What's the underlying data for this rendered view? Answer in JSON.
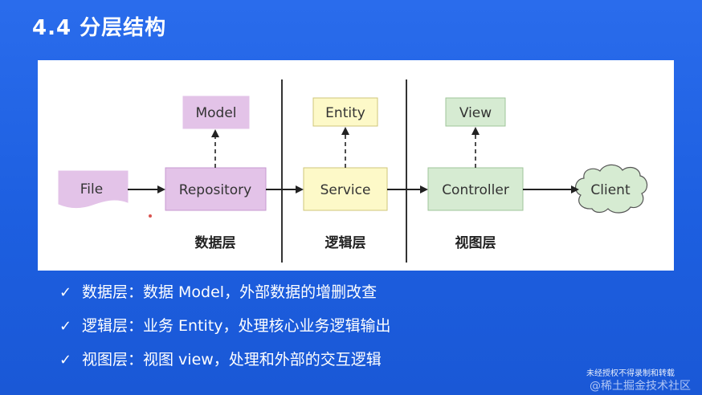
{
  "slide": {
    "title": "4.4 分层结构",
    "bullets": [
      "数据层：数据 Model，外部数据的增删改查",
      "逻辑层：业务 Entity，处理核心业务逻辑输出",
      "视图层：视图 view，处理和外部的交互逻辑"
    ],
    "check_icon": "✓"
  },
  "diagram": {
    "nodes": {
      "file": "File",
      "repository": "Repository",
      "model": "Model",
      "service": "Service",
      "entity": "Entity",
      "controller": "Controller",
      "view": "View",
      "client": "Client"
    },
    "layers": {
      "data": "数据层",
      "logic": "逻辑层",
      "view": "视图层"
    },
    "colors": {
      "data_fill": "#e3c3e8",
      "data_stroke": "#c79ad0",
      "logic_fill": "#fdf9c8",
      "logic_stroke": "#cfc67a",
      "view_fill": "#d6ebd2",
      "view_stroke": "#9fc49a"
    }
  },
  "watermark": {
    "line1": "未经授权不得录制和转载",
    "line2": "@稀土掘金技术社区"
  }
}
